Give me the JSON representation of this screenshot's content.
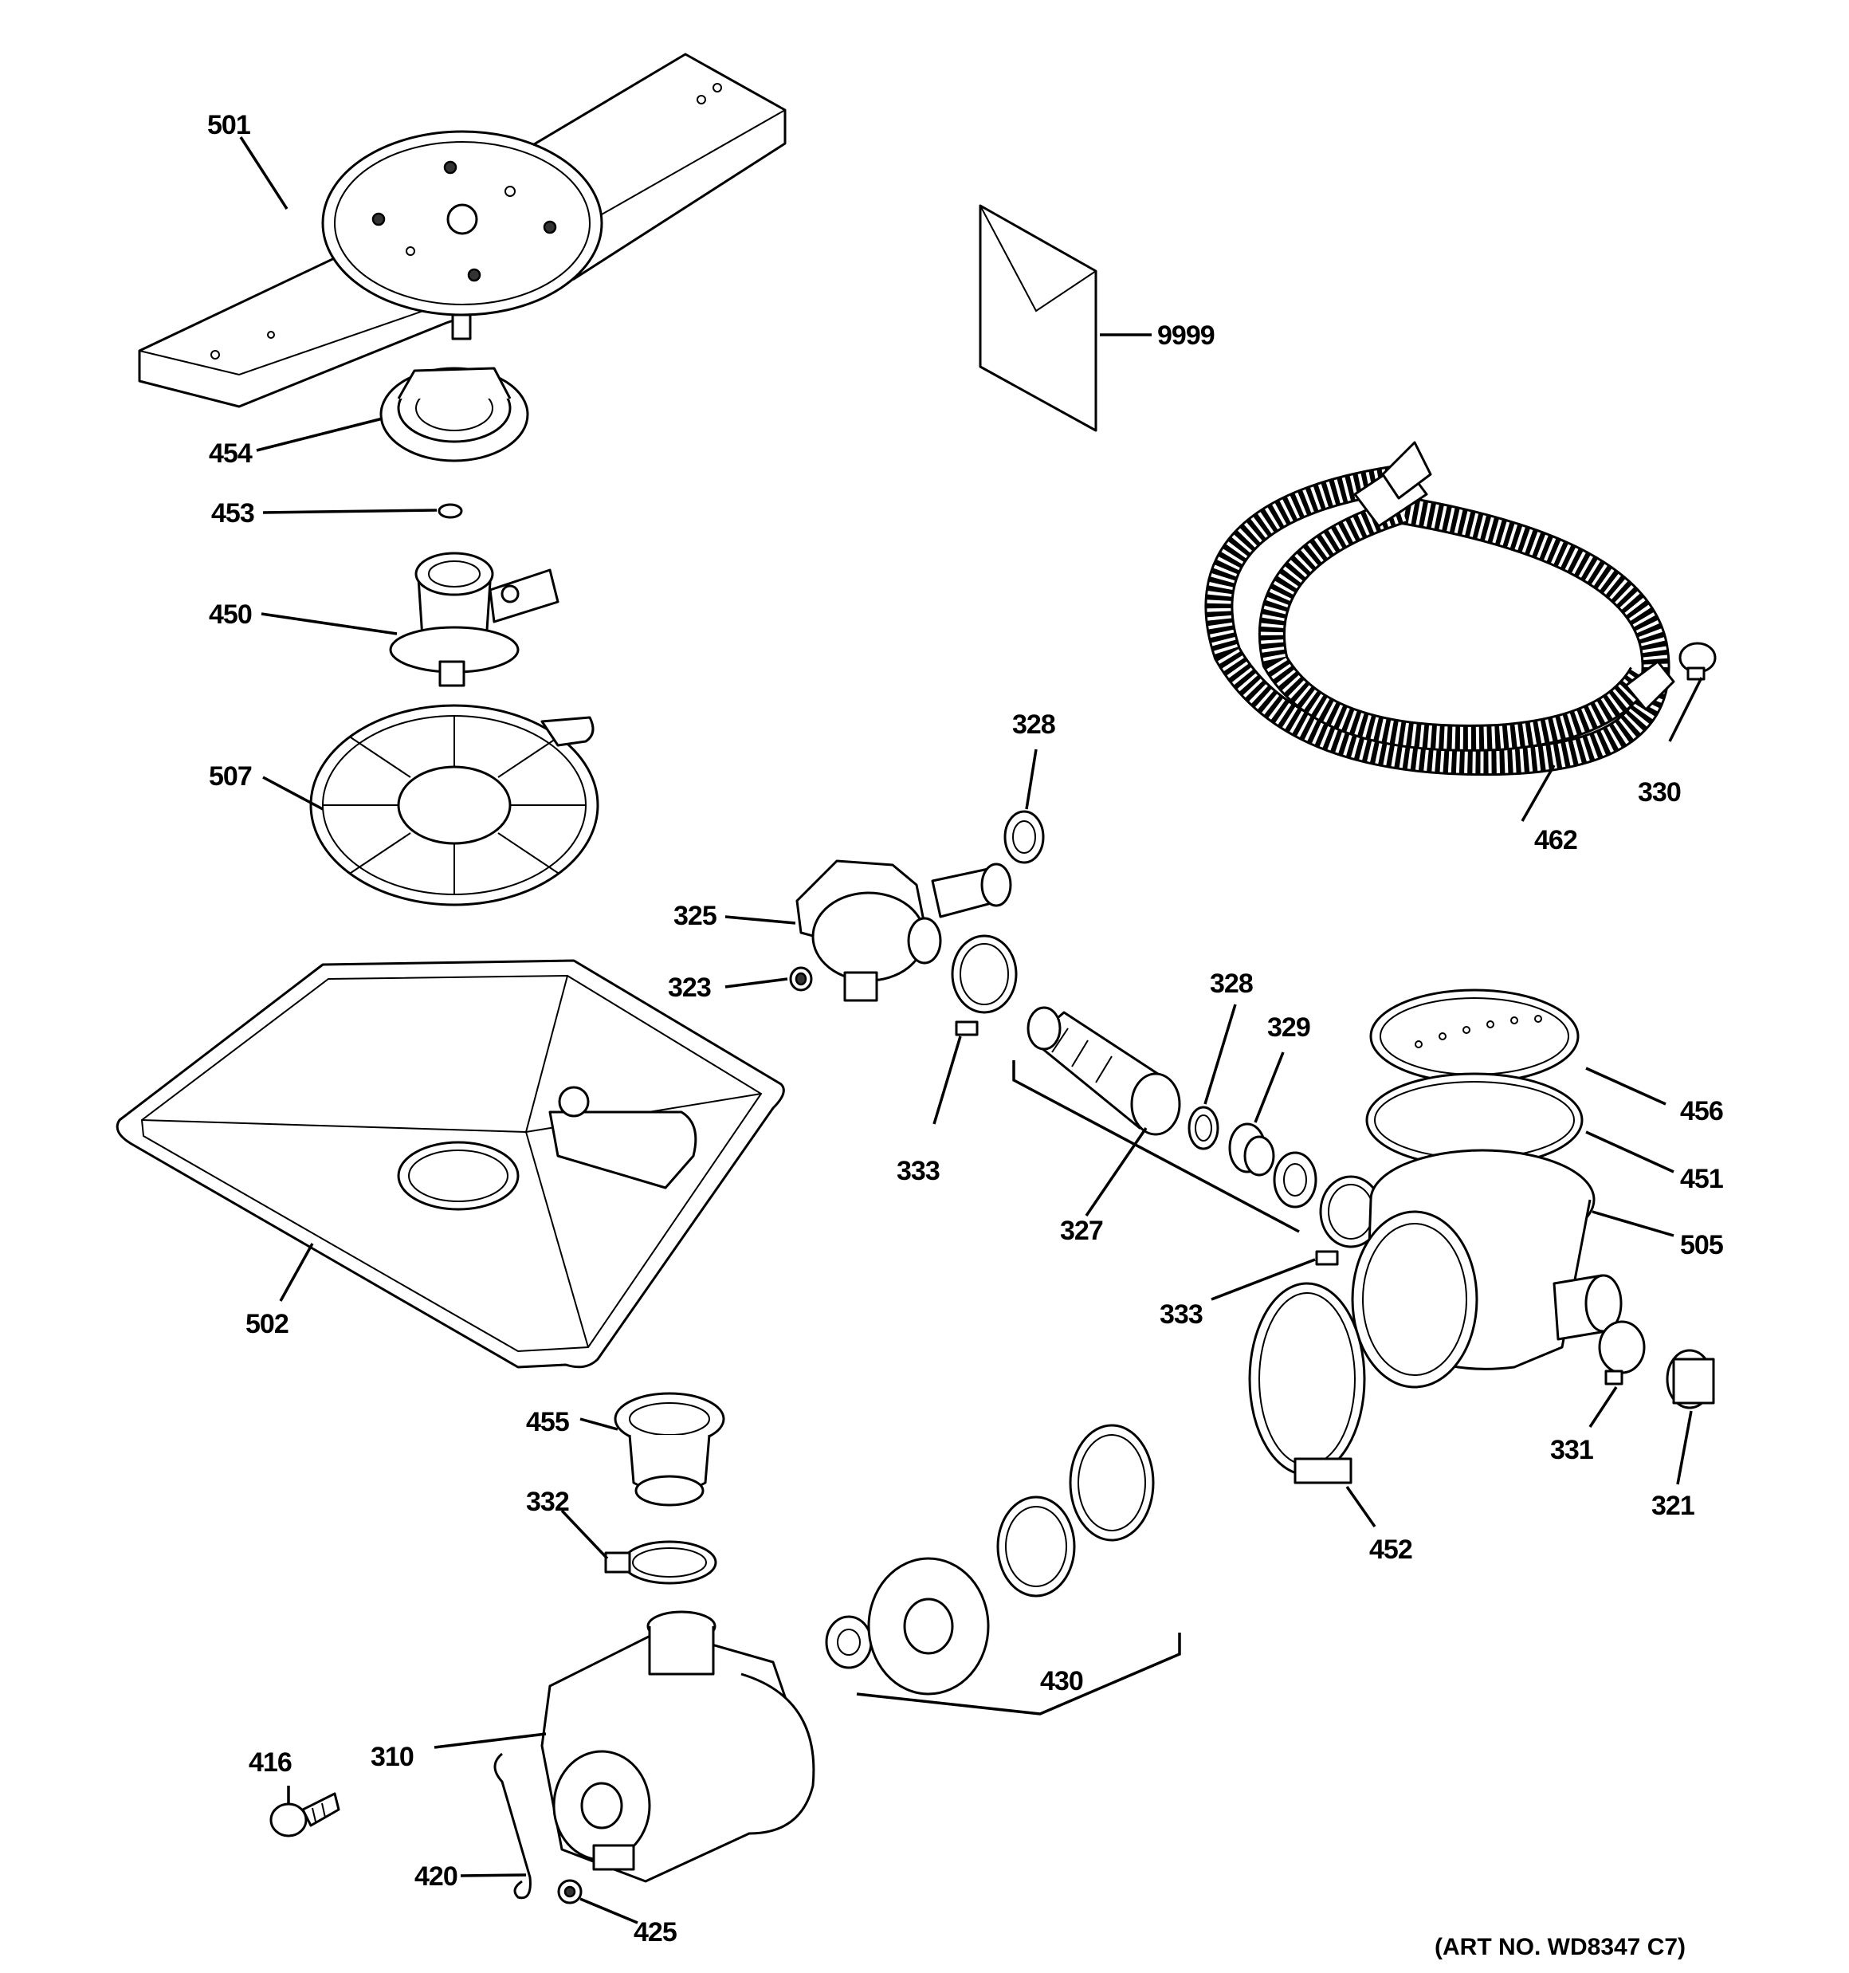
{
  "diagram": {
    "art_number": "(ART NO. WD8347 C7)",
    "labels": [
      {
        "id": "501",
        "text": "501"
      },
      {
        "id": "454",
        "text": "454"
      },
      {
        "id": "453",
        "text": "453"
      },
      {
        "id": "450",
        "text": "450"
      },
      {
        "id": "507",
        "text": "507"
      },
      {
        "id": "9999",
        "text": "9999"
      },
      {
        "id": "328a",
        "text": "328"
      },
      {
        "id": "325",
        "text": "325"
      },
      {
        "id": "323",
        "text": "323"
      },
      {
        "id": "333a",
        "text": "333"
      },
      {
        "id": "328b",
        "text": "328"
      },
      {
        "id": "329",
        "text": "329"
      },
      {
        "id": "327",
        "text": "327"
      },
      {
        "id": "333b",
        "text": "333"
      },
      {
        "id": "462",
        "text": "462"
      },
      {
        "id": "330",
        "text": "330"
      },
      {
        "id": "456",
        "text": "456"
      },
      {
        "id": "451",
        "text": "451"
      },
      {
        "id": "505",
        "text": "505"
      },
      {
        "id": "331",
        "text": "331"
      },
      {
        "id": "321",
        "text": "321"
      },
      {
        "id": "452",
        "text": "452"
      },
      {
        "id": "502",
        "text": "502"
      },
      {
        "id": "455",
        "text": "455"
      },
      {
        "id": "332",
        "text": "332"
      },
      {
        "id": "430",
        "text": "430"
      },
      {
        "id": "416",
        "text": "416"
      },
      {
        "id": "310",
        "text": "310"
      },
      {
        "id": "420",
        "text": "420"
      },
      {
        "id": "425",
        "text": "425"
      }
    ]
  }
}
